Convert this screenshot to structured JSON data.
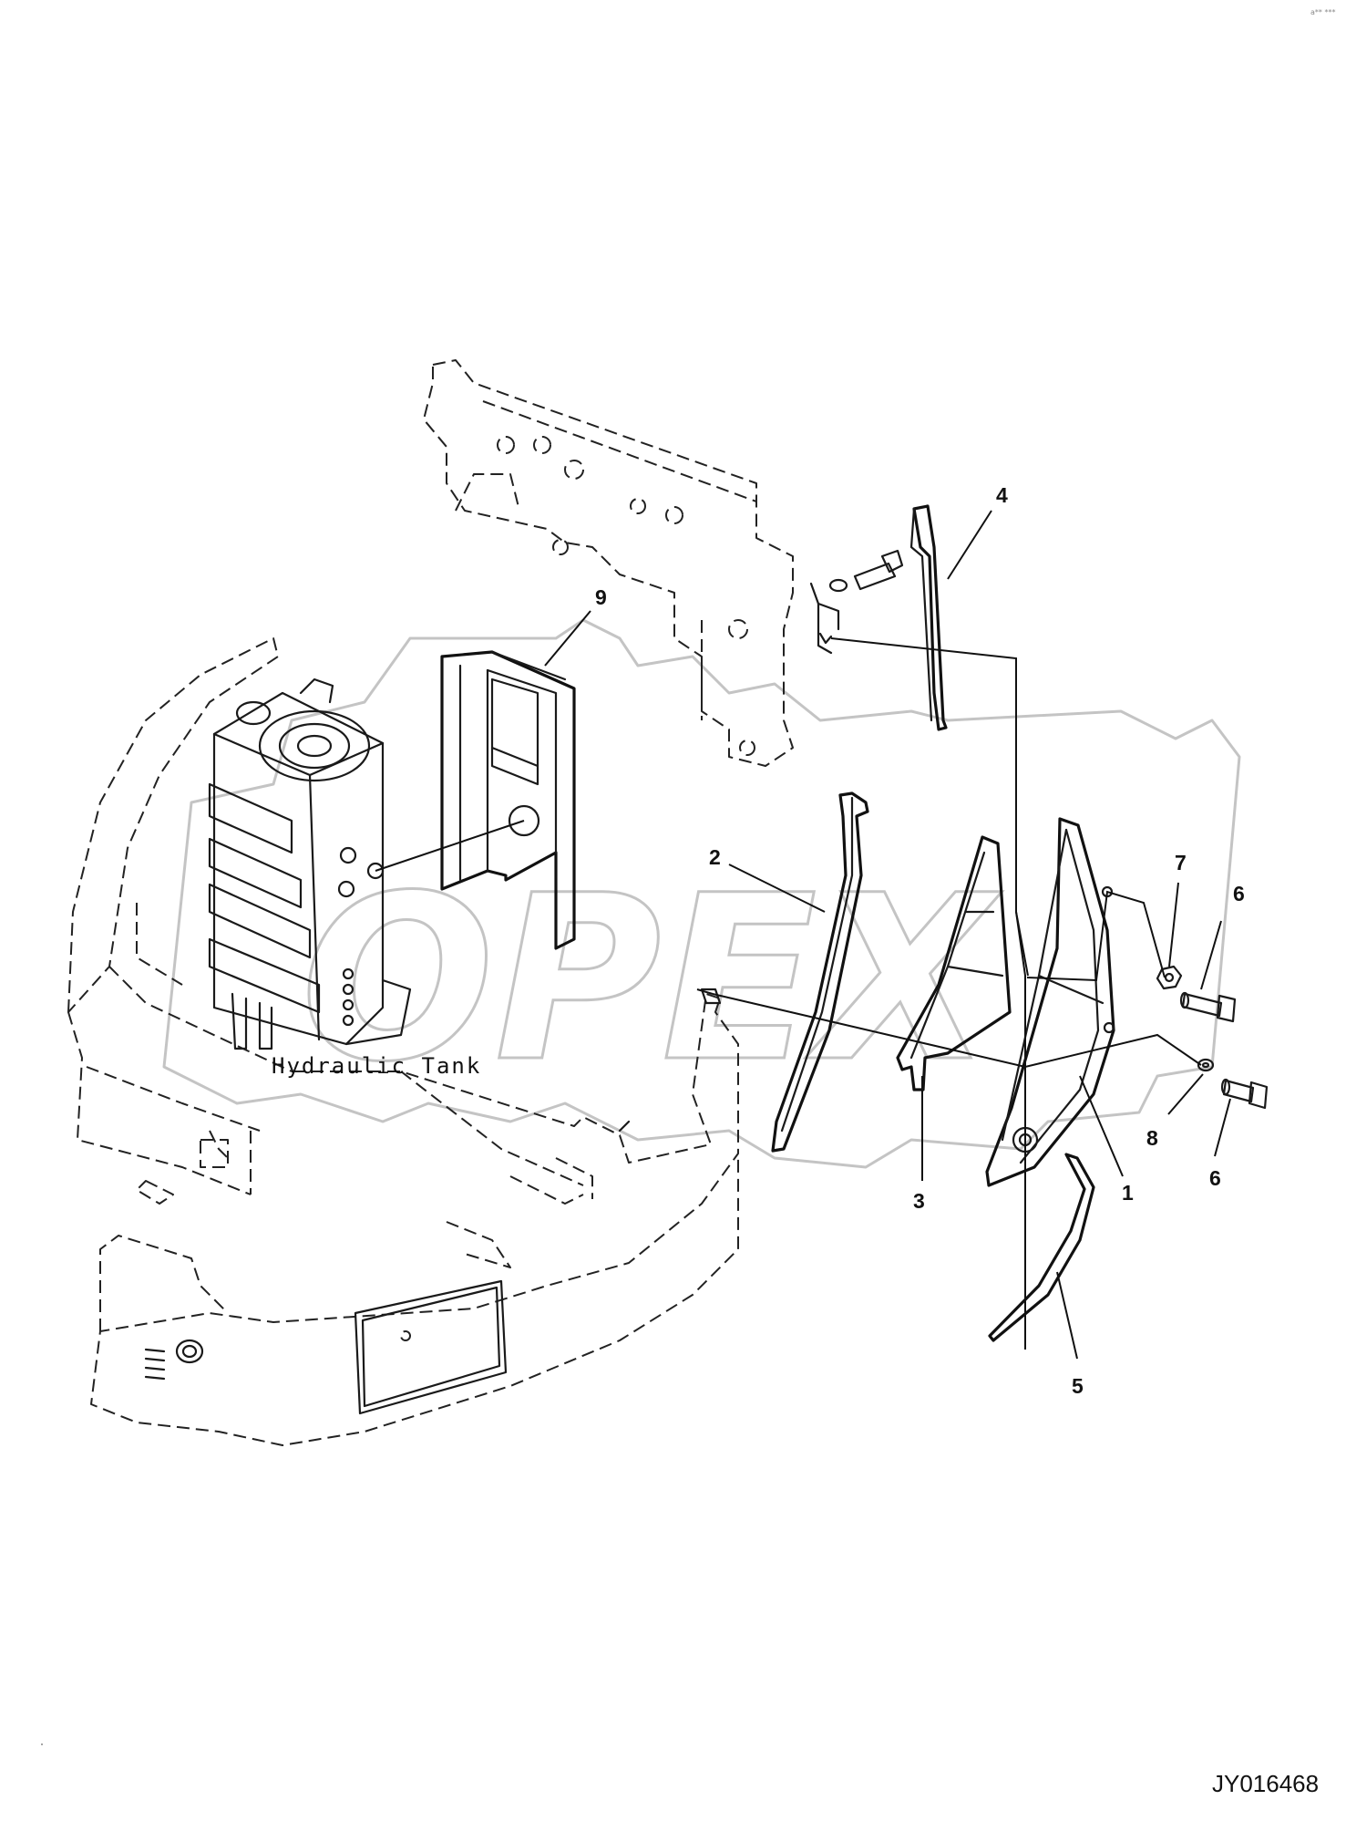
{
  "corner_mark": "a** ***",
  "watermark_text": "OPEX",
  "drawing_id": "JY016468",
  "annotations": {
    "hydraulic_tank": "Hydraulic Tank"
  },
  "callouts": [
    {
      "id": "1",
      "label": "1"
    },
    {
      "id": "2",
      "label": "2"
    },
    {
      "id": "3",
      "label": "3"
    },
    {
      "id": "4",
      "label": "4"
    },
    {
      "id": "5",
      "label": "5"
    },
    {
      "id": "6a",
      "label": "6"
    },
    {
      "id": "6b",
      "label": "6"
    },
    {
      "id": "7",
      "label": "7"
    },
    {
      "id": "8",
      "label": "8"
    },
    {
      "id": "9",
      "label": "9"
    }
  ]
}
